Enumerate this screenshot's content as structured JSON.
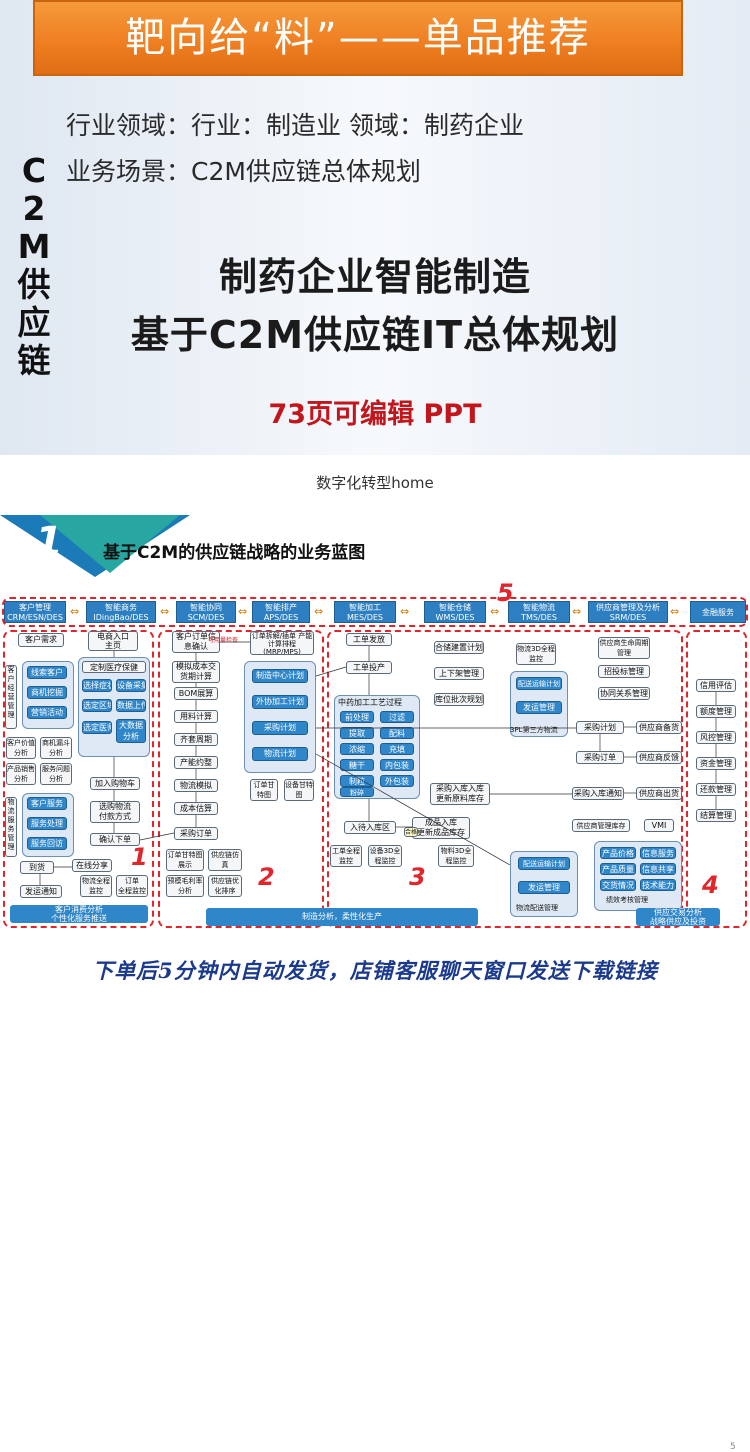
{
  "banner": {
    "title": "靶向给“料”——单品推荐"
  },
  "info": {
    "industry": "行业领域：行业：制造业 领域：制药企业",
    "scene": "业务场景：C2M供应链总体规划"
  },
  "vertical_label": "C2M供应链",
  "main_title": {
    "line1": "制药企业智能制造",
    "line2": "基于C2M供应链IT总体规划"
  },
  "subline": "73页可编辑 PPT",
  "brand": "数字化转型home",
  "blueprint": {
    "number": "1",
    "title": "基于C2M的供应链战略的业务蓝图",
    "modules": [
      {
        "l1": "客户管理",
        "l2": "CRM/ESN/DES"
      },
      {
        "l1": "智能商务",
        "l2": "IDingBao/DES"
      },
      {
        "l1": "智能协同",
        "l2": "SCM/DES"
      },
      {
        "l1": "智能排产",
        "l2": "APS/DES"
      },
      {
        "l1": "智能加工",
        "l2": "MES/DES"
      },
      {
        "l1": "智能仓储",
        "l2": "WMS/DES"
      },
      {
        "l1": "智能物流",
        "l2": "TMS/DES"
      },
      {
        "l1": "供应商管理及分析",
        "l2": "SRM/DES"
      },
      {
        "l1": "金融服务",
        "l2": ""
      }
    ],
    "section_numbers": [
      "1",
      "2",
      "3",
      "4",
      "5"
    ],
    "col1": {
      "nodes": [
        "客户需求",
        "电商入口",
        "主页",
        "定制医疗保健",
        "加入购物车",
        "选购物流",
        "付款方式",
        "确认下单",
        "到货",
        "在线分享",
        "发运通知",
        "订单",
        "全程监控"
      ],
      "group1": [
        "线索客户",
        "商机挖掘",
        "营销活动"
      ],
      "group2": [
        "选择症状",
        "设备采集",
        "选定区域",
        "数据上传",
        "选定医师",
        "大数据分析"
      ],
      "group3": [
        "客户服务",
        "服务处理",
        "服务回访"
      ],
      "side1": "客户经营管理",
      "side2": "物流服务管理",
      "small": [
        "客户价值分析",
        "商机漏斗分析",
        "产品销售分析",
        "服务问题分析"
      ],
      "monitor": "物流全程监控",
      "bottom": "客户消费分析\n个性化服务推送"
    },
    "col2": {
      "nodes": [
        "客户订单信息确认",
        "模拟成本交货期计算",
        "BOM展算",
        "用料计算",
        "齐套周期",
        "产能约整",
        "物流模拟",
        "成本估算",
        "采购订单",
        "订单甘特图展示",
        "供应链仿真",
        "预模毛利率分析",
        "供应链优化排序",
        "订单甘特图",
        "设备甘特图"
      ],
      "mrp": "订单拆解/插单 产能计算排程 (MRP/MPS)",
      "hint": "可用量检查",
      "plans": [
        "制造中心计划",
        "外协加工计划",
        "采购计划",
        "物流计划"
      ],
      "bottom": "制造分析，柔性化生产"
    },
    "col3": {
      "nodes": [
        "工单发放",
        "工单投产",
        "入待入库区",
        "成品入库",
        "更新成品库存",
        "工单全程监控",
        "设备3D全程监控",
        "物料3D全程监控",
        "合格证",
        "合储建置计划",
        "上下架管理",
        "库位批次规划",
        "采购入库入库",
        "更新原料库存"
      ],
      "process_title": "中药加工工艺过程",
      "process": [
        "前处理",
        "过滤",
        "提取",
        "配料",
        "浓缩",
        "充填",
        "糖干",
        "内包装",
        "制粒",
        "外包装",
        "粉碎"
      ],
      "logistics": [
        "物流3D全程监控",
        "配送运输计划",
        "发运管理",
        "3PL第三方物流",
        "配送运输计划",
        "发运管理",
        "物流配送管理"
      ]
    },
    "col4": {
      "nodes": [
        "供应商生命周期管理",
        "招投标管理",
        "协同关系管理",
        "采购计划",
        "采购订单",
        "采购入库通知",
        "供应商管理库存",
        "供应商备货",
        "供应商反馈",
        "供应商出货",
        "VMI",
        "产品价格",
        "产品质量",
        "交货情况",
        "信息服务",
        "信息共享",
        "技术能力",
        "绩效考核管理"
      ],
      "bottom": "供应交易分析\n战略供应及投资"
    },
    "col5": {
      "nodes": [
        "信用评估",
        "额度管理",
        "风控管理",
        "资金管理",
        "还款管理",
        "结算管理"
      ]
    },
    "page_number": "5"
  },
  "footer": "下单后5分钟内自动发货，店铺客服聊天窗口发送下载链接"
}
